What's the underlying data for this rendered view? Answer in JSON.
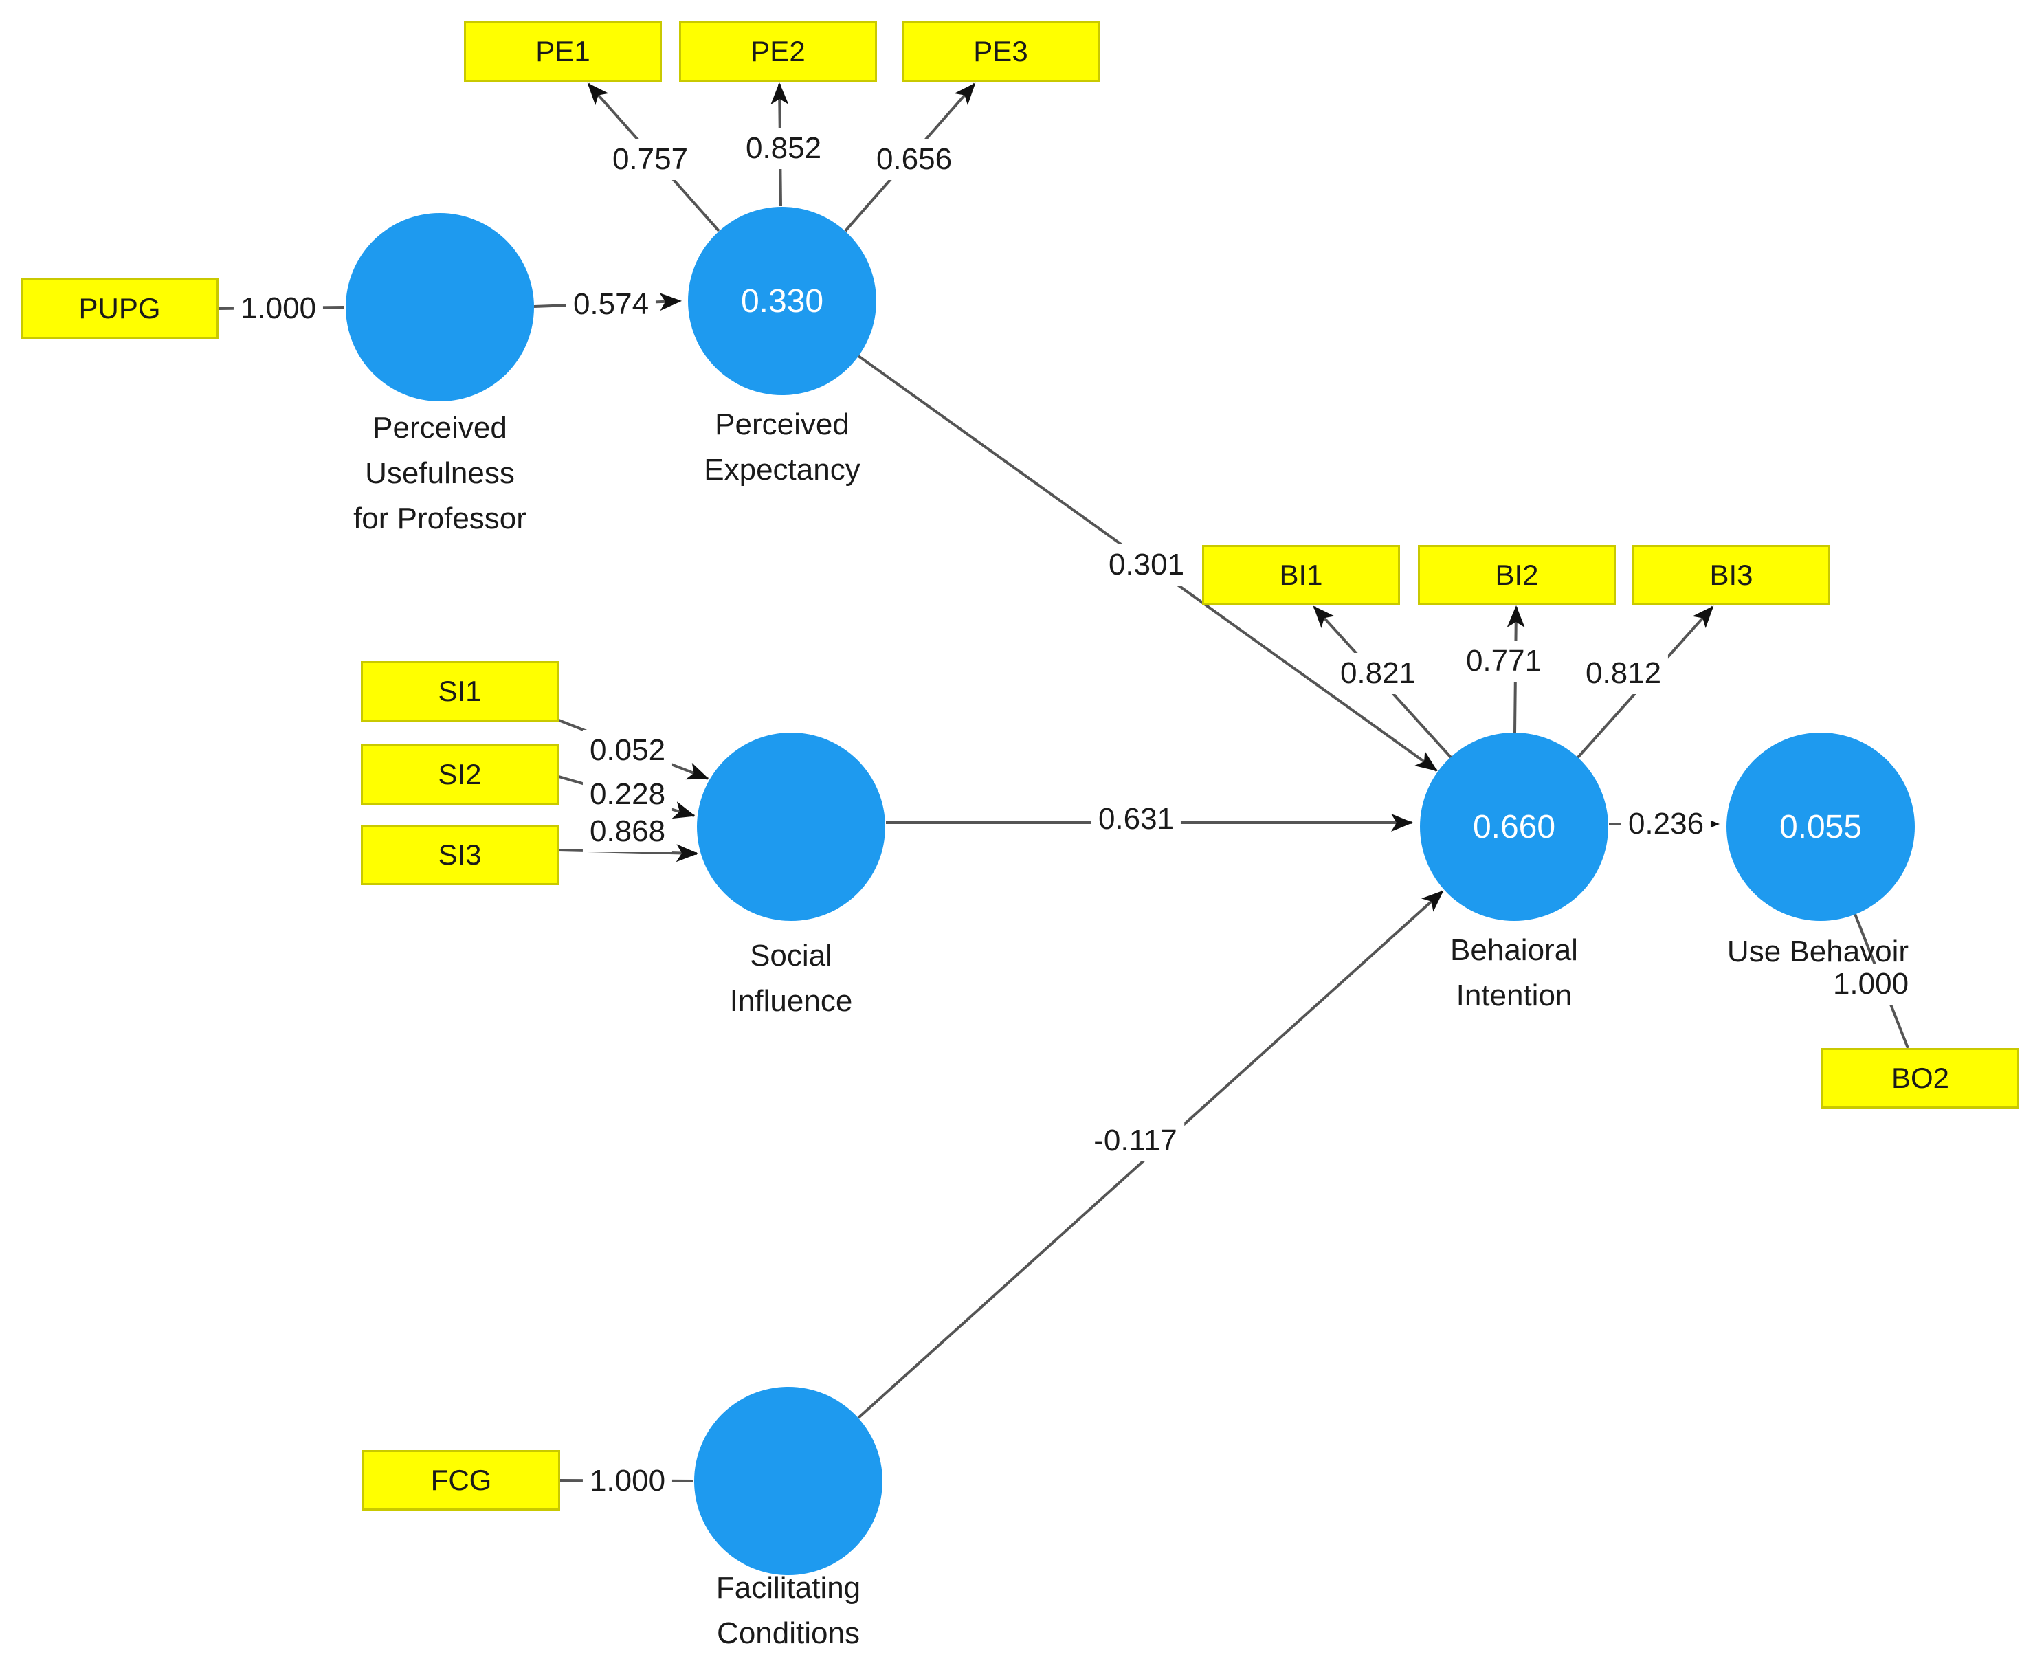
{
  "diagram_type": "PLS-SEM path model",
  "constructs": {
    "pu": {
      "name_lines": [
        "Perceived",
        "Usefulness",
        "for Professor"
      ],
      "r2": ""
    },
    "pe": {
      "name_lines": [
        "Perceived",
        "Expectancy"
      ],
      "r2": "0.330"
    },
    "si": {
      "name_lines": [
        "Social",
        "Influence"
      ],
      "r2": ""
    },
    "bi": {
      "name_lines": [
        "Behaioral",
        "Intention"
      ],
      "r2": "0.660"
    },
    "ub": {
      "name_lines": [
        "Use Behavoir"
      ],
      "r2": "0.055"
    },
    "fc": {
      "name_lines": [
        "Facilitating",
        "Conditions"
      ],
      "r2": ""
    }
  },
  "indicators": {
    "pe1": "PE1",
    "pe2": "PE2",
    "pe3": "PE3",
    "pupg": "PUPG",
    "bi1": "BI1",
    "bi2": "BI2",
    "bi3": "BI3",
    "si1": "SI1",
    "si2": "SI2",
    "si3": "SI3",
    "bo2": "BO2",
    "fcg": "FCG"
  },
  "weights": {
    "pupg_pu": "1.000",
    "pu_pe": "0.574",
    "pe_pe1": "0.757",
    "pe_pe2": "0.852",
    "pe_pe3": "0.656",
    "pe_bi": "0.301",
    "si1_si": "0.052",
    "si2_si": "0.228",
    "si3_si": "0.868",
    "si_bi": "0.631",
    "bi_bi1": "0.821",
    "bi_bi2": "0.771",
    "bi_bi3": "0.812",
    "bi_ub": "0.236",
    "ub_bo2": "1.000",
    "fc_bi": "-0.117",
    "fcg_fc": "1.000"
  },
  "colors": {
    "construct_fill": "#1e9aef",
    "indicator_fill": "#ffff00",
    "indicator_border": "#c9c900",
    "line": "#555555",
    "arrow": "#111111",
    "text": "#1a1a1a",
    "value_text": "#ffffff"
  }
}
